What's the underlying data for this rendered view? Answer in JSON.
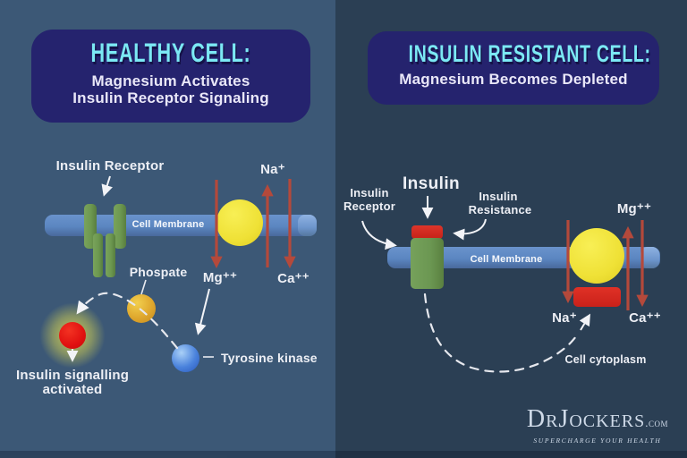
{
  "brand": {
    "logo_name": "DrJockers",
    "logo_suffix": ".com",
    "tagline": "SUPERCHARGE YOUR HEALTH"
  },
  "colors": {
    "left_bg": "#3C5876",
    "right_bg": "#2B3F54",
    "header_bg": "#25236E",
    "title_cyan": "#7BE9F4",
    "text_light": "#EDEFF5",
    "membrane_blue": "#5B86C1",
    "receptor_green": "#6D9850",
    "ion_arrow_red": "#B4493B",
    "yellow": "#EFE136",
    "phosphate_orange": "#DFA72D",
    "kinase_blue": "#4A82DC",
    "signal_red": "#E01110",
    "resistance_red": "#D2291F",
    "logo_light": "#CFDAE8"
  },
  "left_panel": {
    "title": "HEALTHY CELL:",
    "subtitle_line1": "Magnesium Activates",
    "subtitle_line2": "Insulin Receptor Signaling",
    "labels": {
      "insulin_receptor": "Insulin Receptor",
      "cell_membrane": "Cell Membrane",
      "sodium": "Na⁺",
      "magnesium": "Mg⁺⁺",
      "calcium": "Ca⁺⁺",
      "phosphate": "Phospate",
      "tyrosine_kinase": "Tyrosine kinase",
      "signalling_line1": "Insulin signalling",
      "signalling_line2": "activated"
    }
  },
  "right_panel": {
    "title": "INSULIN RESISTANT CELL:",
    "subtitle": "Magnesium Becomes Depleted",
    "labels": {
      "insulin": "Insulin",
      "receptor_line1": "Insulin",
      "receptor_line2": "Receptor",
      "resistance_line1": "Insulin",
      "resistance_line2": "Resistance",
      "cell_membrane": "Cell Membrane",
      "magnesium": "Mg⁺⁺",
      "sodium": "Na⁺",
      "calcium": "Ca⁺⁺",
      "cytoplasm": "Cell cytoplasm"
    }
  }
}
